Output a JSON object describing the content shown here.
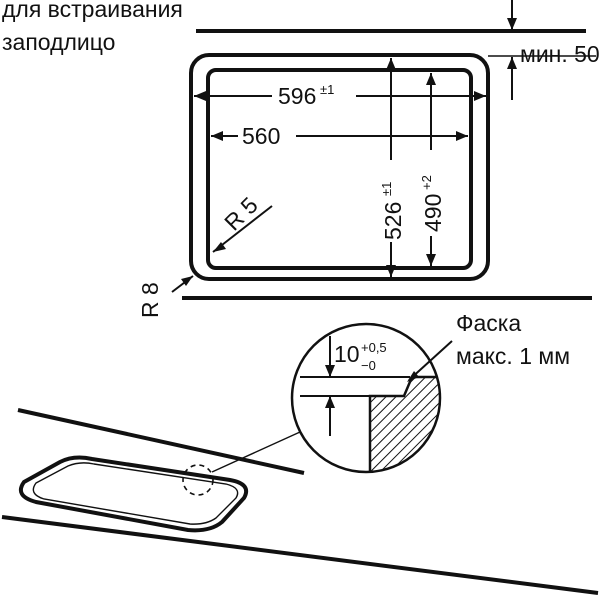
{
  "install_note": {
    "line1": "для встраивания",
    "line2": "заподлицо"
  },
  "min_distance": "мин. 50",
  "dimensions": {
    "outer_width": {
      "value": "596",
      "tol": "±1"
    },
    "inner_width": {
      "value": "560"
    },
    "outer_depth": {
      "value": "526",
      "tol": "±1"
    },
    "inner_depth": {
      "value": "490",
      "tol": "+2"
    },
    "inner_radius": "R 5",
    "outer_radius": "R 8"
  },
  "detail": {
    "step_value": "10",
    "tol_upper": "+0,5",
    "tol_lower": "−0",
    "chamfer_line1": "Фаска",
    "chamfer_line2": "макс. 1 мм"
  }
}
